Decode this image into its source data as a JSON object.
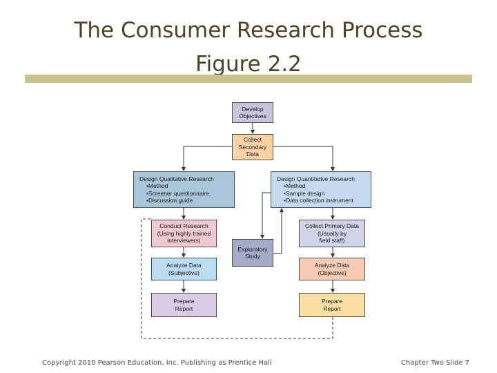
{
  "slide": {
    "title_line1": "The Consumer Research Process",
    "title_line2": "Figure 2.2",
    "footer_left": "Copyright 2010 Pearson Education, Inc. Publishing as Prentice Hall",
    "footer_right": "Chapter Two Slide 7",
    "accent_color": "#c8c38e"
  },
  "diagram": {
    "develop": {
      "line1": "Develop",
      "line2": "Objectives"
    },
    "collect": {
      "line1": "Collect",
      "line2": "Secondary",
      "line3": "Data"
    },
    "qual_design": {
      "heading": "Design Qualitative Research",
      "bullets": [
        "Method",
        "Screener questionnaire",
        "Discussion guide"
      ]
    },
    "quant_design": {
      "heading": "Design Quantitative Research",
      "bullets": [
        "Method",
        "Sample design",
        "Data collection instrument"
      ]
    },
    "conduct": {
      "line1": "Conduct Research",
      "line2": "(Using highly trained",
      "line3": "interviewers)"
    },
    "primary": {
      "line1": "Collect Primary Data",
      "line2": "(Usually by",
      "line3": "field staff)"
    },
    "exploratory": {
      "line1": "Exploratory",
      "line2": "Study"
    },
    "analyze_qual": {
      "line1": "Analyze Data",
      "line2": "(Subjective)"
    },
    "analyze_quant": {
      "line1": "Analyze Data",
      "line2": "(Objective)"
    },
    "report_qual": {
      "line1": "Prepare",
      "line2": "Report"
    },
    "report_quant": {
      "line1": "Prepare",
      "line2": "Report"
    },
    "colors": {
      "develop": "#c9c4dc",
      "collect": "#f9d3a5",
      "qual_design": "#a9c7d9",
      "quant_design": "#c5daf0",
      "conduct": "#f2c9d0",
      "primary": "#cfd4e6",
      "exploratory": "#a2acc6",
      "analyze_qual": "#bcdcf2",
      "analyze_quant": "#f7cbb4",
      "report_qual": "#dccde6",
      "report_quant": "#fde0a4"
    }
  }
}
